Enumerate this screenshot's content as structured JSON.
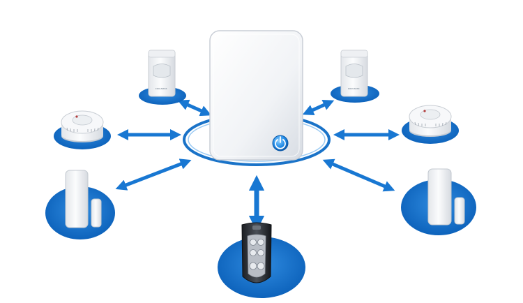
{
  "diagram": {
    "hub": {
      "device": "wireless-alarm-control-panel",
      "icon": "power-button-icon",
      "accent_color": "#1e88e5",
      "ring_color": "#1a73c8"
    },
    "peripherals": [
      {
        "device": "pir-motion-sensor",
        "position": "top-left",
        "label": "FOCUSXXX"
      },
      {
        "device": "pir-motion-sensor",
        "position": "top-right",
        "label": "FOCUSXXX"
      },
      {
        "device": "smoke-detector",
        "position": "middle-left"
      },
      {
        "device": "smoke-detector",
        "position": "middle-right"
      },
      {
        "device": "door-contact-sensor",
        "position": "bottom-left"
      },
      {
        "device": "door-contact-sensor",
        "position": "bottom-right"
      },
      {
        "device": "remote-key-fob",
        "position": "bottom-center"
      }
    ],
    "connections": "bidirectional-arrows",
    "colors": {
      "platform": "#0a6fce",
      "platform_light": "#3a9ae6",
      "arrow": "#1877d2",
      "device_body": "#f2f4f6"
    }
  }
}
